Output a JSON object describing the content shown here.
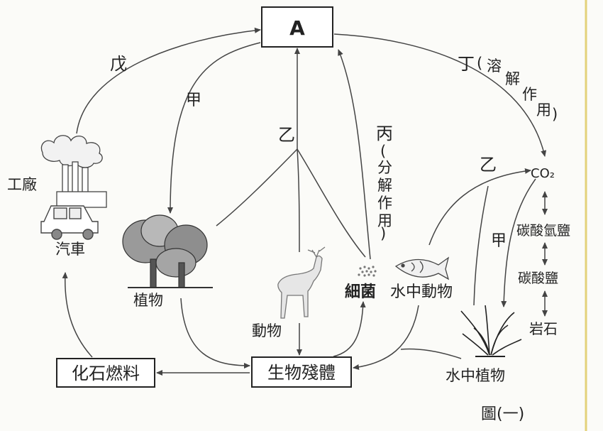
{
  "nodes": {
    "center": "A",
    "factory": "工廠",
    "car": "汽車",
    "plants": "植物",
    "animal": "動物",
    "bacteria": "細菌",
    "aquatic_animal": "水中動物",
    "aquatic_plant": "水中植物",
    "remains": "生物殘體",
    "fossil_fuel": "化石燃料",
    "co2": "CO₂",
    "bicarbonate": "碳酸氫鹽",
    "carbonate": "碳酸鹽",
    "rock": "岩石"
  },
  "arrow_labels": {
    "wu": "戊",
    "jia_left": "甲",
    "yi_center": "乙",
    "bing": "丙",
    "bing_note": [
      "(",
      "分",
      "解",
      "作",
      "用",
      ")"
    ],
    "ding": "丁",
    "ding_note": [
      "(",
      "溶",
      "解",
      "作",
      "用",
      ")"
    ],
    "yi_right": "乙",
    "jia_right": "甲"
  },
  "caption": "圖(一)"
}
